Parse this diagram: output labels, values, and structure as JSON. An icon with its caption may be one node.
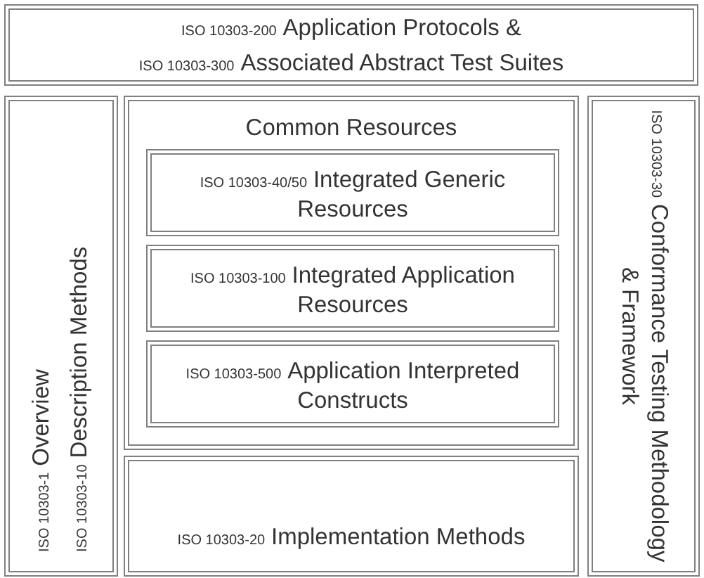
{
  "diagram": {
    "nodes": [
      {
        "text": [
          "ISO 10303-200",
          "Application Protocols &",
          "ISO 10303-300",
          "Associated Abstract Test Suites"
        ]
      },
      {
        "text": [
          "ISO 10303-1",
          "Overview",
          "ISO 10303-10",
          "Description Methods"
        ]
      },
      {
        "text": [
          "Common Resources"
        ]
      },
      {
        "text": [
          "ISO 10303-40/50",
          "Integrated Generic Resources"
        ],
        "in": 2
      },
      {
        "text": [
          "ISO 10303-100",
          "Integrated Application Resources"
        ],
        "in": 2
      },
      {
        "text": [
          "ISO 10303-500",
          "Application Interpreted Constructs"
        ],
        "in": 2
      },
      {
        "text": [
          "ISO 10303-20",
          "Implementation Methods"
        ]
      },
      {
        "text": [
          "ISO 10303-30",
          "Conformance Testing Methodology & Framework"
        ]
      }
    ]
  }
}
